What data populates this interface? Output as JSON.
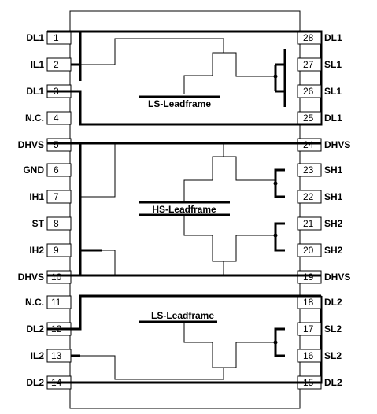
{
  "left_pins": [
    {
      "num": "1",
      "name": "DL1"
    },
    {
      "num": "2",
      "name": "IL1"
    },
    {
      "num": "3",
      "name": "DL1"
    },
    {
      "num": "4",
      "name": "N.C."
    },
    {
      "num": "5",
      "name": "DHVS"
    },
    {
      "num": "6",
      "name": "GND"
    },
    {
      "num": "7",
      "name": "IH1"
    },
    {
      "num": "8",
      "name": "ST"
    },
    {
      "num": "9",
      "name": "IH2"
    },
    {
      "num": "10",
      "name": "DHVS"
    },
    {
      "num": "11",
      "name": "N.C."
    },
    {
      "num": "12",
      "name": "DL2"
    },
    {
      "num": "13",
      "name": "IL2"
    },
    {
      "num": "14",
      "name": "DL2"
    }
  ],
  "right_pins": [
    {
      "num": "28",
      "name": "DL1"
    },
    {
      "num": "27",
      "name": "SL1"
    },
    {
      "num": "26",
      "name": "SL1"
    },
    {
      "num": "25",
      "name": "DL1"
    },
    {
      "num": "24",
      "name": "DHVS"
    },
    {
      "num": "23",
      "name": "SH1"
    },
    {
      "num": "22",
      "name": "SH1"
    },
    {
      "num": "21",
      "name": "SH2"
    },
    {
      "num": "20",
      "name": "SH2"
    },
    {
      "num": "19",
      "name": "DHVS"
    },
    {
      "num": "18",
      "name": "DL2"
    },
    {
      "num": "17",
      "name": "SL2"
    },
    {
      "num": "16",
      "name": "SL2"
    },
    {
      "num": "15",
      "name": "DL2"
    }
  ],
  "leadframes": {
    "top": "LS-Leadframe",
    "middle": "HS-Leadframe",
    "bottom": "LS-Leadframe"
  }
}
